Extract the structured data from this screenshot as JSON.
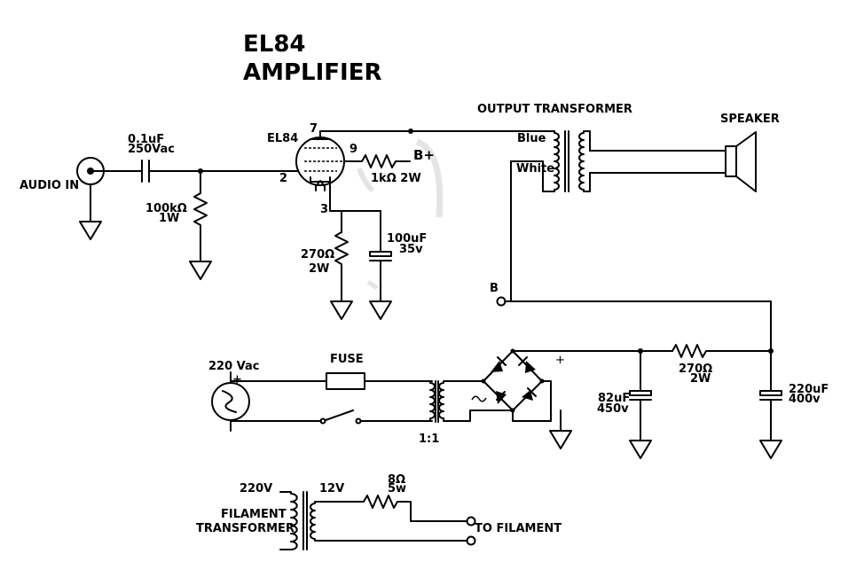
{
  "title": {
    "line1": "EL84",
    "line2": "AMPLIFIER"
  },
  "labels": {
    "audio_in": "AUDIO IN",
    "cap_in_value": "0.1uF",
    "cap_in_rating": "250Vac",
    "r_grid_value": "100kΩ",
    "r_grid_rating": "1W",
    "tube_name": "EL84",
    "pin7": "7",
    "pin9": "9",
    "pin2": "2",
    "pin3": "3",
    "bplus": "B+",
    "r_screen": "1kΩ 2W",
    "r_cathode_value": "270Ω",
    "r_cathode_rating": "2W",
    "cap_cathode_value": "100uF",
    "cap_cathode_rating": "35v",
    "output_transformer": "OUTPUT TRANSFORMER",
    "blue": "Blue",
    "white": "White",
    "speaker": "SPEAKER",
    "b_node": "B",
    "mains": "220 Vac",
    "fuse": "FUSE",
    "ratio": "1:1",
    "plus_bridge": "+",
    "plus_mains": "+",
    "cap_filter1_value": "82uF",
    "cap_filter1_rating": "450v",
    "r_filter_value": "270Ω",
    "r_filter_rating": "2W",
    "cap_filter2_value": "220uF",
    "cap_filter2_rating": "400v",
    "fil_primary": "220V",
    "fil_secondary": "12V",
    "fil_label1": "FILAMENT",
    "fil_label2": "TRANSFORMER",
    "r_fil_value": "8Ω",
    "r_fil_rating": "5w",
    "to_filament": "TO FILAMENT"
  }
}
